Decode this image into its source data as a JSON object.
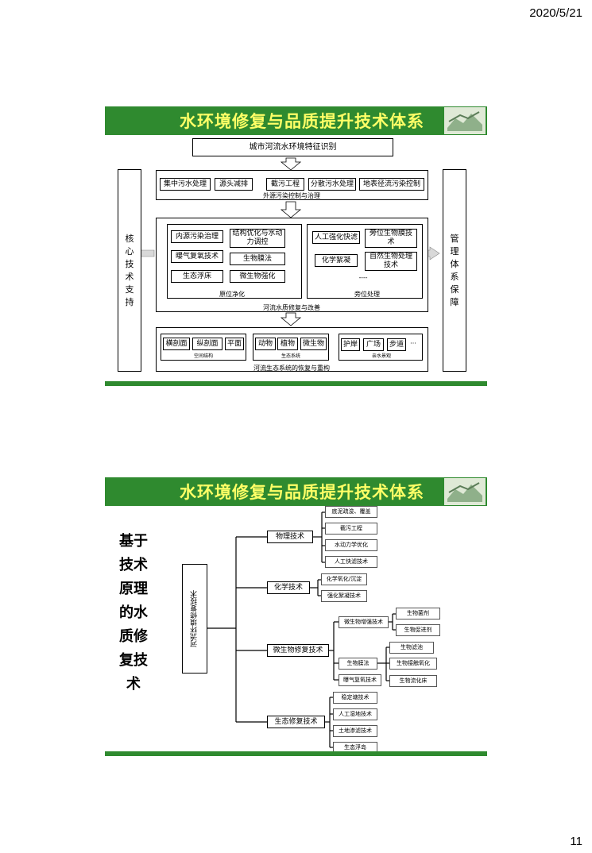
{
  "page": {
    "date": "2020/5/21",
    "page_number": "11"
  },
  "slide1": {
    "title": "水环境修复与品质提升技术体系",
    "top_box": "城市河流水环境特征识别",
    "left_side": "核心技术支持",
    "right_side": "管理体系保障",
    "external": {
      "items": [
        "集中污水处理",
        "源头减排",
        "截污工程",
        "分散污水处理",
        "地表径流污染控制"
      ],
      "label": "外源污染控制与治理"
    },
    "insitu": {
      "items": [
        "内源污染治理",
        "结构优化与水动力调控",
        "曝气复氧技术",
        "生物膜法",
        "生态浮床",
        "微生物强化"
      ],
      "label": "原位净化"
    },
    "bypass": {
      "items": [
        "人工强化快滤",
        "旁位生物膜技术",
        "化学絮凝",
        "自然生物处理技术"
      ],
      "dots": "----",
      "label": "旁位处理"
    },
    "water_quality_label": "河流水质修复与改善",
    "space": {
      "items": [
        "横剖面",
        "纵剖面",
        "平面"
      ],
      "label": "空间结构"
    },
    "eco": {
      "items": [
        "动物",
        "植物",
        "微生物"
      ],
      "label": "生态系统"
    },
    "landscape": {
      "items": [
        "护岸",
        "广场",
        "步道"
      ],
      "dots": "···",
      "label": "亲水景观"
    },
    "eco_restore_label": "河流生态系统的恢复与重构"
  },
  "slide2": {
    "title": "水环境修复与品质提升技术体系",
    "side_title": "基于技术原理的水质修复技术",
    "root": "河流环境修复技术",
    "physical": {
      "label": "物理技术",
      "items": [
        "底泥疏浚、覆盖",
        "截污工程",
        "水动力学优化",
        "人工快滤技术"
      ]
    },
    "chemical": {
      "label": "化学技术",
      "items": [
        "化学氧化/沉淀",
        "强化絮凝技术"
      ]
    },
    "micro": {
      "label": "微生物修复技术",
      "enhance": {
        "label": "微生物增强技术",
        "items": [
          "生物菌剂",
          "生物促进剂"
        ]
      },
      "biofilm": {
        "label": "生物膜法",
        "items": [
          "生物滤池",
          "生物接触氧化",
          "生物流化床"
        ]
      },
      "aeration": "曝气复氧技术"
    },
    "ecological": {
      "label": "生态修复技术",
      "items": [
        "稳定塘技术",
        "人工湿地技术",
        "土地渗滤技术",
        "生态浮岛"
      ]
    }
  }
}
